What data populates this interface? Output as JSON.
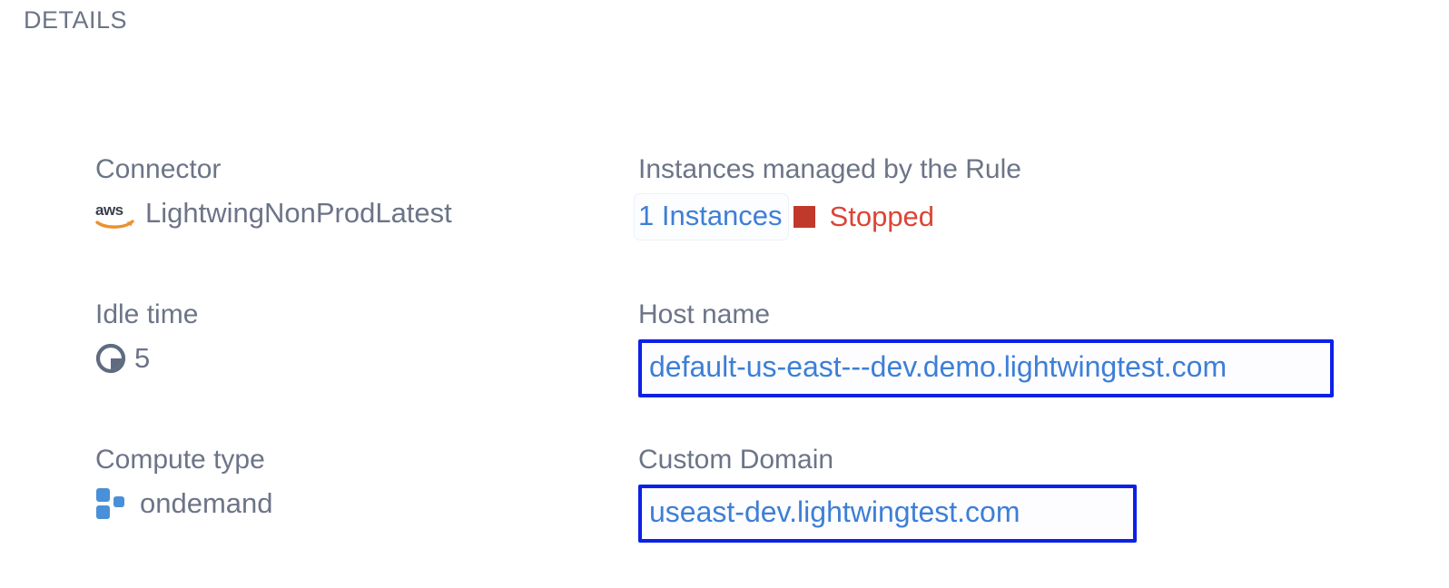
{
  "section": {
    "title": "DETAILS"
  },
  "fields": {
    "connector": {
      "label": "Connector",
      "value": "LightwingNonProdLatest",
      "icon": "aws-logo-icon"
    },
    "instances": {
      "label": "Instances managed by the Rule",
      "link_text": "1 Instances",
      "status_text": "Stopped",
      "status_color": "#dc4436",
      "status_swatch_color": "#c0392b"
    },
    "idle_time": {
      "label": "Idle time",
      "value": "5",
      "icon": "clock-icon"
    },
    "host_name": {
      "label": "Host name",
      "value": "default-us-east---dev.demo.lightwingtest.com",
      "highlighted": true
    },
    "compute_type": {
      "label": "Compute type",
      "value": "ondemand",
      "icon": "compute-blocks-icon"
    },
    "custom_domain": {
      "label": "Custom Domain",
      "value": "useast-dev.lightwingtest.com",
      "highlighted": true
    }
  },
  "colors": {
    "label_text": "#6c7487",
    "link_blue": "#3d7fd6",
    "highlight_border": "#0d20e8",
    "status_red": "#dc4436",
    "aws_orange": "#ec912d",
    "compute_blue": "#4a90d9",
    "background": "#ffffff"
  }
}
